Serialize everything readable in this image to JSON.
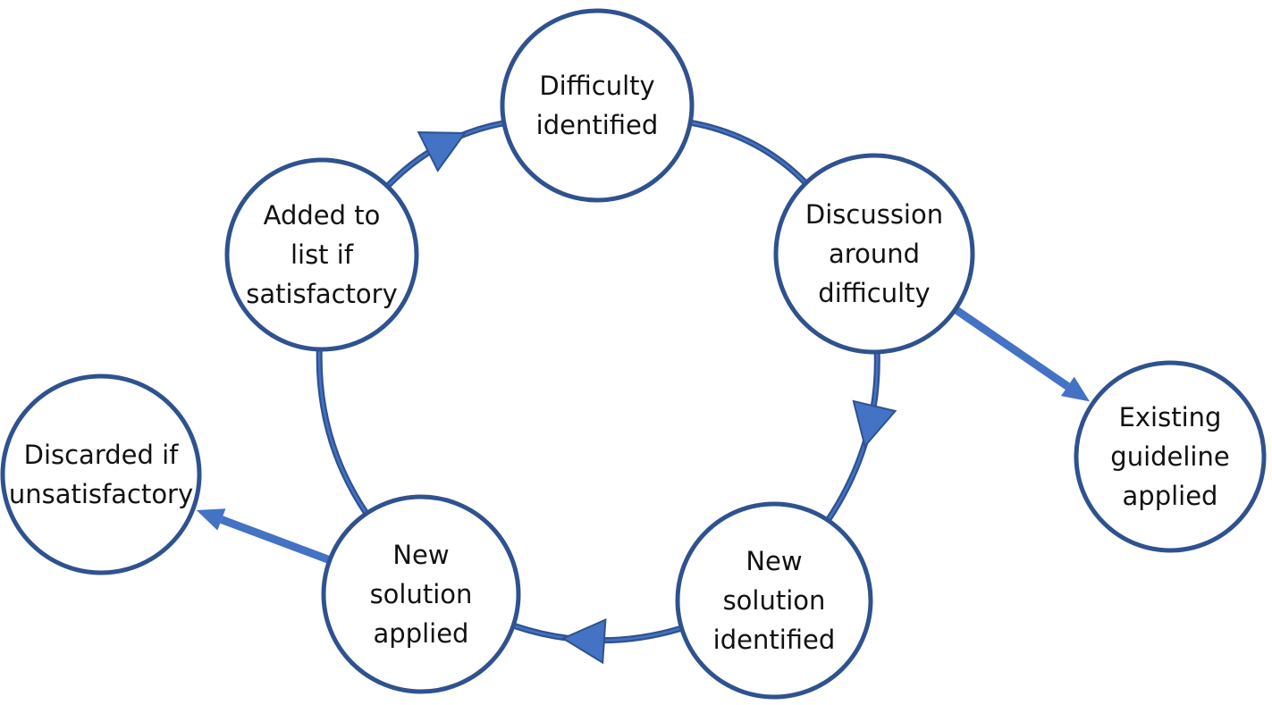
{
  "diagram": {
    "colors": {
      "stroke": "#2F528F",
      "fill": "#FFFFFF",
      "arrow": "#4472C4",
      "text": "#111111"
    },
    "nodes": [
      {
        "id": "difficulty-identified",
        "lines": [
          "Difficulty",
          "identified"
        ]
      },
      {
        "id": "discussion-around-difficulty",
        "lines": [
          "Discussion",
          "around",
          "difficulty"
        ]
      },
      {
        "id": "new-solution-identified",
        "lines": [
          "New",
          "solution",
          "identified"
        ]
      },
      {
        "id": "new-solution-applied",
        "lines": [
          "New",
          "solution",
          "applied"
        ]
      },
      {
        "id": "added-to-list",
        "lines": [
          "Added to",
          "list if",
          "satisfactory"
        ]
      },
      {
        "id": "existing-guideline-applied",
        "lines": [
          "Existing",
          "guideline",
          "applied"
        ]
      },
      {
        "id": "discarded-if-unsatisfactory",
        "lines": [
          "Discarded if",
          "unsatisfactory"
        ]
      }
    ],
    "cycle": [
      "difficulty-identified",
      "discussion-around-difficulty",
      "new-solution-identified",
      "new-solution-applied",
      "added-to-list",
      "difficulty-identified"
    ],
    "branches": [
      {
        "from": "discussion-around-difficulty",
        "to": "existing-guideline-applied"
      },
      {
        "from": "new-solution-applied",
        "to": "discarded-if-unsatisfactory"
      }
    ]
  }
}
